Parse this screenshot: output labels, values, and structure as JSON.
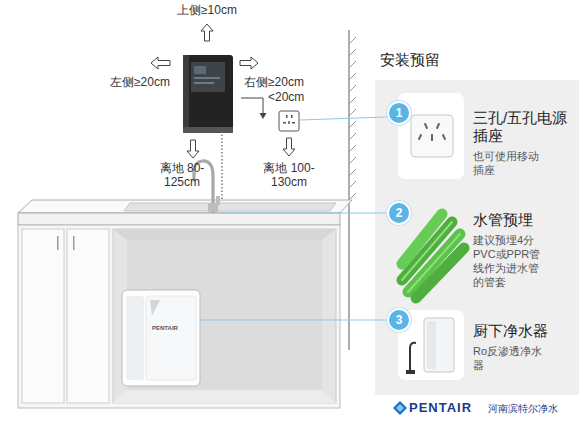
{
  "diagram": {
    "nodes": [
      {
        "text": [
          "安装预留"
        ]
      },
      {
        "text": [
          "1"
        ],
        "in": 0
      },
      {
        "text": [
          "三孔/五孔电源插座",
          "也可使用移动插座"
        ],
        "in": 0
      },
      {
        "text": [
          "2"
        ],
        "in": 0
      },
      {
        "text": [
          "水管预埋",
          "建议预埋4分PVC或PPR管线作为进水管的管套"
        ],
        "in": 0
      },
      {
        "text": [
          "3"
        ],
        "in": 0
      },
      {
        "text": [
          "厨下净水器",
          "Ro反渗透净水器"
        ],
        "in": 0
      }
    ],
    "labels": [
      "上侧≥10cm",
      "左侧≥20cm",
      "右侧≥20cm",
      "<20cm",
      "离地 80-125cm",
      "离地 100-130cm",
      "PENTAIR",
      "PENTAIR",
      "河南滨特尔净水"
    ]
  }
}
